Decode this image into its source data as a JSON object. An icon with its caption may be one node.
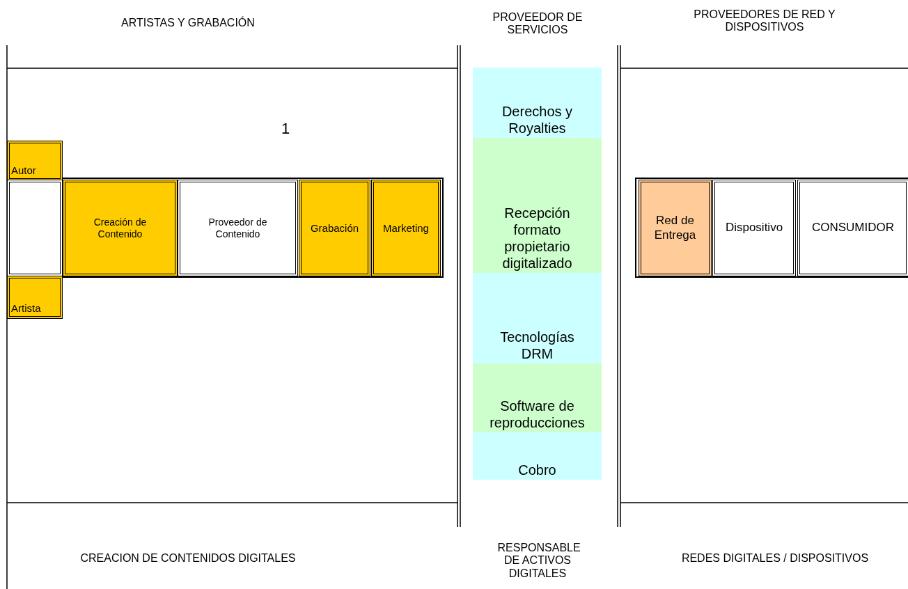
{
  "diagram": {
    "nodes": [
      {
        "text": [
          "Autor"
        ]
      },
      {
        "text": [],
        "shape": "box"
      },
      {
        "text": [
          "Creación de Contenido"
        ]
      },
      {
        "text": [
          "Proveedor de Contenido"
        ]
      },
      {
        "text": [
          "Grabación"
        ]
      },
      {
        "text": [
          "Marketing"
        ]
      },
      {
        "text": [
          "Artista"
        ]
      },
      {
        "text": [
          "Derechos y Royalties"
        ]
      },
      {
        "text": [
          "Recepción formato propietario digitalizado"
        ]
      },
      {
        "text": [
          "Tecnologías DRM"
        ]
      },
      {
        "text": [
          "Software de reproducciones"
        ]
      },
      {
        "text": [
          "Cobro"
        ]
      },
      {
        "text": [
          "Red de Entrega"
        ]
      },
      {
        "text": [
          "Dispositivo"
        ]
      },
      {
        "text": [
          "CONSUMIDOR"
        ]
      }
    ],
    "labels": [
      "ARTISTAS Y GRABACIÓN",
      "PROVEEDOR DE SERVICIOS",
      "PROVEEDORES DE RED Y DISPOSITIVOS",
      "1",
      "CREACION DE CONTENIDOS DIGITALES",
      "RESPONSABLE DE ACTIVOS DIGITALES",
      "REDES DIGITALES / DISPOSITIVOS"
    ]
  }
}
